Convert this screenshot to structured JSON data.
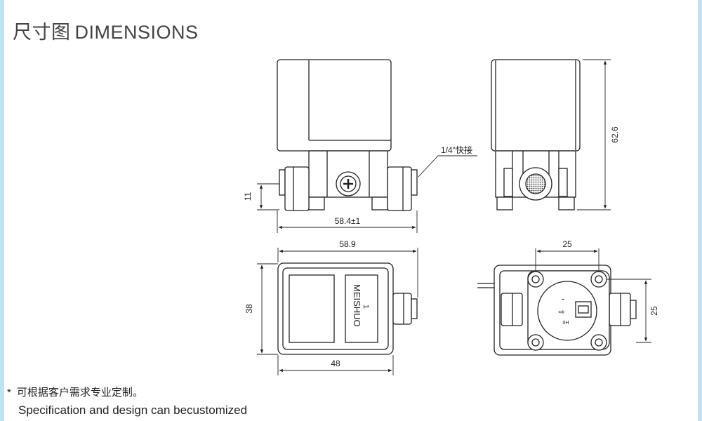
{
  "header": {
    "title_cn": "尺寸图",
    "title_en": "DIMENSIONS"
  },
  "dimensions": {
    "front_height": "11",
    "front_width": "58.4±1",
    "fitting_label": "1/4\"快接",
    "side_height": "62.6",
    "top_width": "58.9",
    "top_height": "38",
    "top_bottom_width": "48",
    "bottom_width": "25",
    "bottom_height": "25"
  },
  "product": {
    "brand": "MEISHUO",
    "model": "1",
    "minus_mark": "-",
    "arrow_mark": "⇨",
    "port_code": "0H"
  },
  "notes": {
    "star": "*",
    "cn": "可根据客户需求专业定制。",
    "en": "Specification and design can becustomized"
  }
}
